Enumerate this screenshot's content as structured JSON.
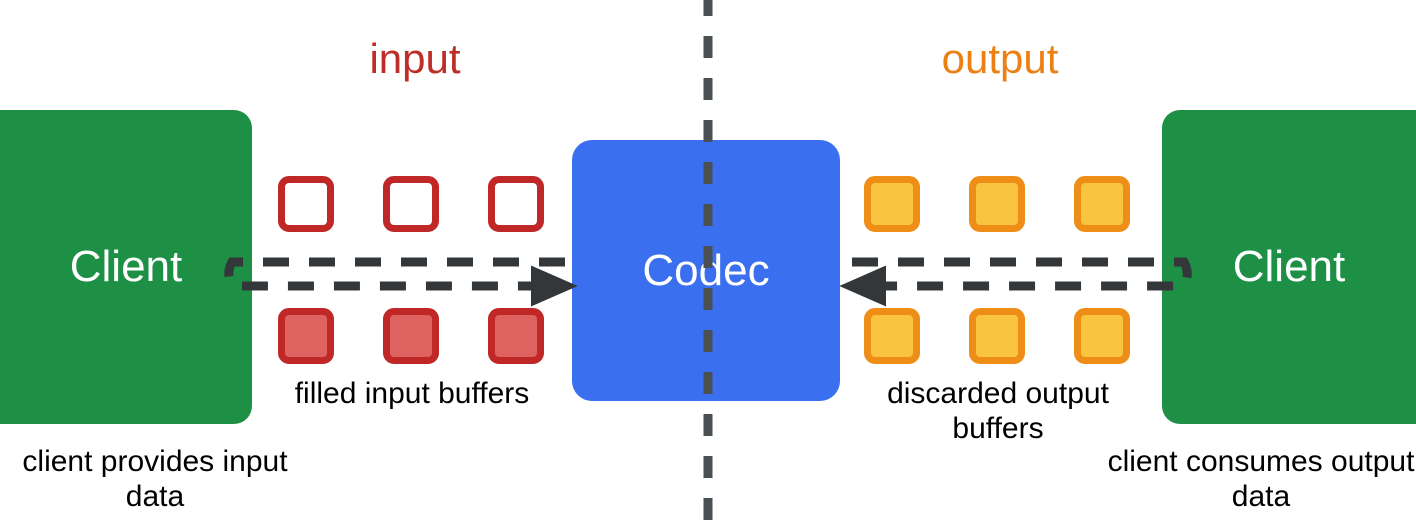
{
  "diagram": {
    "title_input": "input",
    "title_output": "output",
    "codec_label": "Codec",
    "client_left_label": "Client",
    "client_right_label": "Client",
    "caption_input_buffers": "filled input buffers",
    "caption_output_buffers": "discarded output buffers",
    "caption_client_left": "client provides input data",
    "caption_client_right": "client consumes output data"
  },
  "colors": {
    "client_green": "#1d9046",
    "codec_blue": "#3a70f0",
    "input_red": "#bf2826",
    "input_red_fill": "#de6260",
    "input_title_red": "#bf2d29",
    "output_orange": "#ef8e16",
    "output_orange_fill": "#f9c440",
    "output_title_orange": "#ec8013",
    "arrow_dark": "#33373a",
    "divider_dark": "#4a4f52",
    "background": "#ffffff",
    "text_white": "#ffffff",
    "text_black": "#000000"
  },
  "buffers": {
    "input_empty": [
      {
        "state": "empty",
        "index": 1
      },
      {
        "state": "empty",
        "index": 2
      },
      {
        "state": "empty",
        "index": 3
      }
    ],
    "input_filled": [
      {
        "state": "filled",
        "index": 1
      },
      {
        "state": "filled",
        "index": 2
      },
      {
        "state": "filled",
        "index": 3
      }
    ],
    "output_top": [
      {
        "state": "filled",
        "index": 1
      },
      {
        "state": "filled",
        "index": 2
      },
      {
        "state": "filled",
        "index": 3
      }
    ],
    "output_bottom": [
      {
        "state": "discarded",
        "index": 1
      },
      {
        "state": "discarded",
        "index": 2
      },
      {
        "state": "discarded",
        "index": 3
      }
    ]
  },
  "flow": {
    "input_direction": "client-to-codec",
    "output_direction": "codec-to-client",
    "divider": "vertical-dashed"
  }
}
